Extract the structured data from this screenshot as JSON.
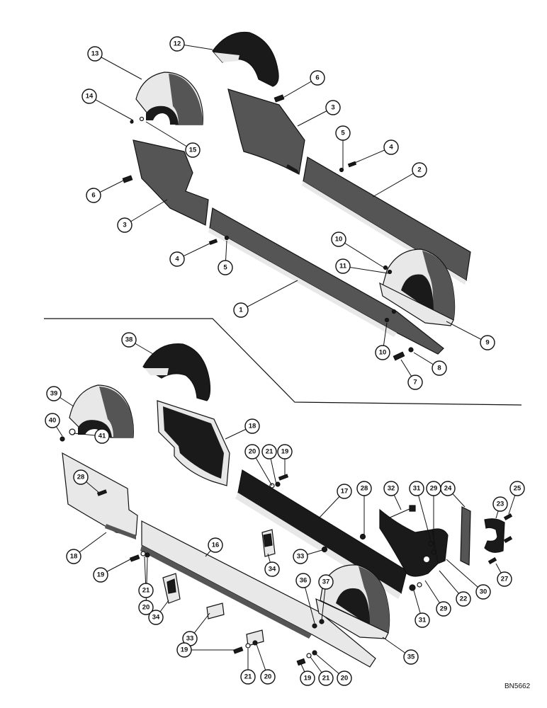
{
  "diagram_code": "BN5662",
  "callouts": [
    {
      "id": "12",
      "label": "12"
    },
    {
      "id": "13",
      "label": "13"
    },
    {
      "id": "6a",
      "label": "6"
    },
    {
      "id": "14",
      "label": "14"
    },
    {
      "id": "3a",
      "label": "3"
    },
    {
      "id": "15",
      "label": "15"
    },
    {
      "id": "5a",
      "label": "5"
    },
    {
      "id": "4a",
      "label": "4"
    },
    {
      "id": "2",
      "label": "2"
    },
    {
      "id": "6b",
      "label": "6"
    },
    {
      "id": "3b",
      "label": "3"
    },
    {
      "id": "10a",
      "label": "10"
    },
    {
      "id": "11",
      "label": "11"
    },
    {
      "id": "4b",
      "label": "4"
    },
    {
      "id": "5b",
      "label": "5"
    },
    {
      "id": "1",
      "label": "1"
    },
    {
      "id": "9",
      "label": "9"
    },
    {
      "id": "10b",
      "label": "10"
    },
    {
      "id": "8",
      "label": "8"
    },
    {
      "id": "7",
      "label": "7"
    },
    {
      "id": "38",
      "label": "38"
    },
    {
      "id": "39",
      "label": "39"
    },
    {
      "id": "18a",
      "label": "18"
    },
    {
      "id": "40",
      "label": "40"
    },
    {
      "id": "41",
      "label": "41"
    },
    {
      "id": "20a",
      "label": "20"
    },
    {
      "id": "21a",
      "label": "21"
    },
    {
      "id": "19a",
      "label": "19"
    },
    {
      "id": "28a",
      "label": "28"
    },
    {
      "id": "17",
      "label": "17"
    },
    {
      "id": "28b",
      "label": "28"
    },
    {
      "id": "32",
      "label": "32"
    },
    {
      "id": "31a",
      "label": "31"
    },
    {
      "id": "29a",
      "label": "29"
    },
    {
      "id": "24",
      "label": "24"
    },
    {
      "id": "25",
      "label": "25"
    },
    {
      "id": "23",
      "label": "23"
    },
    {
      "id": "18b",
      "label": "18"
    },
    {
      "id": "16",
      "label": "16"
    },
    {
      "id": "33a",
      "label": "33"
    },
    {
      "id": "34a",
      "label": "34"
    },
    {
      "id": "19b",
      "label": "19"
    },
    {
      "id": "21b",
      "label": "21"
    },
    {
      "id": "20b",
      "label": "20"
    },
    {
      "id": "36",
      "label": "36"
    },
    {
      "id": "37",
      "label": "37"
    },
    {
      "id": "22",
      "label": "22"
    },
    {
      "id": "30",
      "label": "30"
    },
    {
      "id": "27",
      "label": "27"
    },
    {
      "id": "29b",
      "label": "29"
    },
    {
      "id": "31b",
      "label": "31"
    },
    {
      "id": "34b",
      "label": "34"
    },
    {
      "id": "33b",
      "label": "33"
    },
    {
      "id": "35",
      "label": "35"
    },
    {
      "id": "19c",
      "label": "19"
    },
    {
      "id": "21c",
      "label": "21"
    },
    {
      "id": "20c",
      "label": "20"
    },
    {
      "id": "19d",
      "label": "19"
    },
    {
      "id": "21d",
      "label": "21"
    },
    {
      "id": "20d",
      "label": "20"
    }
  ]
}
